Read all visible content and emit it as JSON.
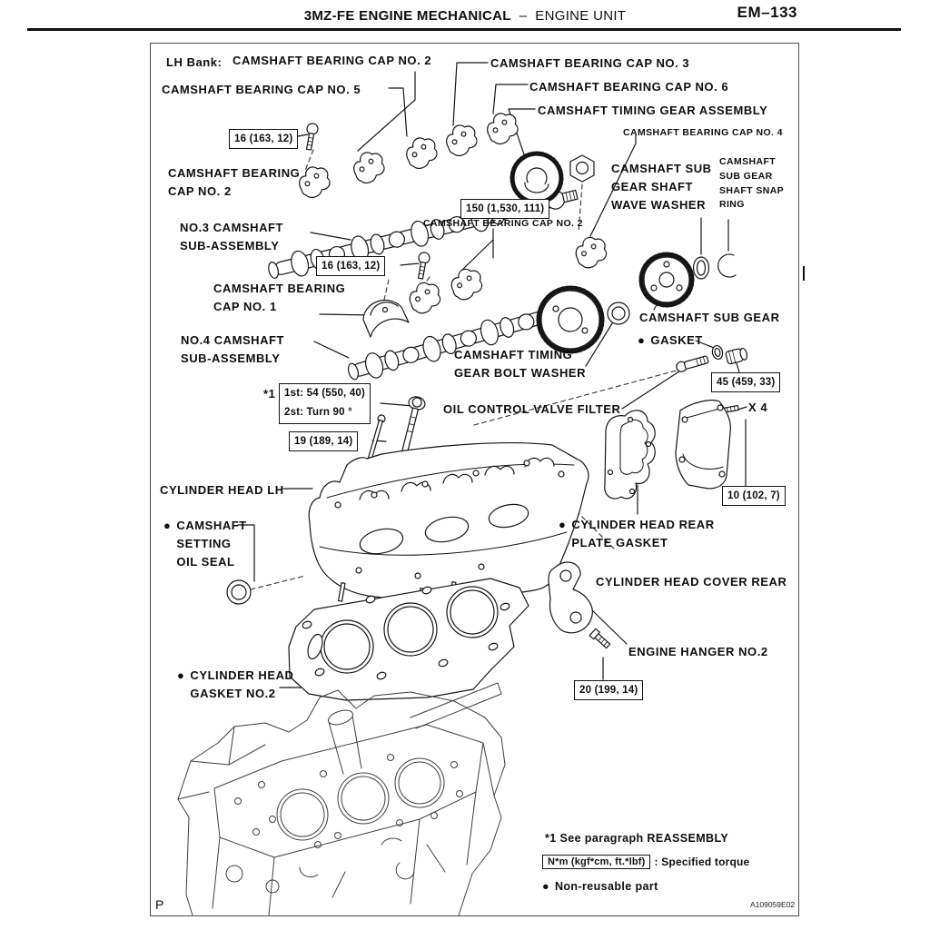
{
  "header": {
    "section_title": "3MZ-FE ENGINE MECHANICAL",
    "separator": "–",
    "subsection_title": "ENGINE UNIT",
    "page_number": "EM–133"
  },
  "diagram": {
    "bank": "LH Bank:",
    "bullet": "●",
    "labels": {
      "cap2_top": "CAMSHAFT BEARING CAP NO. 2",
      "cap3": "CAMSHAFT BEARING CAP NO. 3",
      "cap5": "CAMSHAFT BEARING CAP NO. 5",
      "cap6": "CAMSHAFT BEARING CAP NO. 6",
      "timing_gear_assembly": "CAMSHAFT TIMING GEAR ASSEMBLY",
      "cap4": "CAMSHAFT BEARING CAP NO. 4",
      "sub_gear_wave_washer": "CAMSHAFT SUB\nGEAR SHAFT\nWAVE WASHER",
      "sub_gear_snap_ring": "CAMSHAFT\nSUB GEAR\nSHAFT SNAP\nRING",
      "cap2_left": "CAMSHAFT BEARING\nCAP NO. 2",
      "cap2_mid": "CAMSHAFT BEARING CAP NO. 2",
      "no3_camshaft": "NO.3 CAMSHAFT\nSUB-ASSEMBLY",
      "cap1": "CAMSHAFT BEARING\nCAP NO. 1",
      "no4_camshaft": "NO.4 CAMSHAFT\nSUB-ASSEMBLY",
      "sub_gear": "CAMSHAFT SUB GEAR",
      "gasket": "GASKET",
      "timing_gear_bolt_washer": "CAMSHAFT TIMING\nGEAR BOLT WASHER",
      "star1": "*1",
      "oil_control_valve_filter": "OIL CONTROL VALVE FILTER",
      "x4": "X 4",
      "cylinder_head_lh": "CYLINDER HEAD LH",
      "camshaft_setting_oil_seal": "CAMSHAFT\nSETTING\nOIL SEAL",
      "cylinder_head_rear_plate_gasket": "CYLINDER HEAD REAR\nPLATE GASKET",
      "cylinder_head_cover_rear": "CYLINDER HEAD COVER REAR",
      "engine_hanger": "ENGINE HANGER NO.2",
      "cylinder_head_gasket": "CYLINDER HEAD\nGASKET NO.2"
    },
    "torques": {
      "t16a": "16 (163, 12)",
      "t150": "150 (1,530, 111)",
      "t16b": "16 (163, 12)",
      "t54": "1st: 54 (550, 40)\n2st: Turn 90 °",
      "t19": "19 (189, 14)",
      "t45": "45 (459, 33)",
      "t10": "10 (102, 7)",
      "t20": "20 (199, 14)"
    }
  },
  "legend": {
    "note1": "*1 See paragraph REASSEMBLY",
    "torque_unit": "N*m (kgf*cm, ft.*lbf)",
    "torque_meaning": ": Specified torque",
    "nonreusable": "Non-reusable part"
  },
  "footer": {
    "page_marker": "P",
    "figure_code": "A109059E02"
  }
}
